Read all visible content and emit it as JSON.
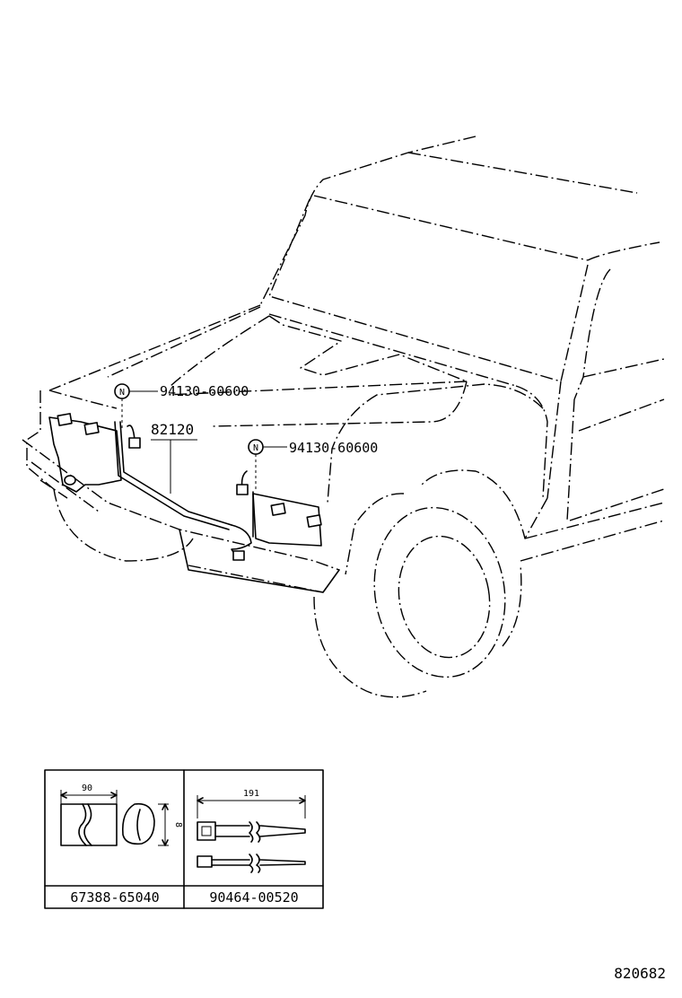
{
  "callouts": {
    "left_mount_part": "94130-60600",
    "right_mount_part": "94130-60600",
    "harness_part": "82120",
    "nut_symbol": "N"
  },
  "detail_box": {
    "left_dimension": "90",
    "left_height_dimension": "8",
    "right_dimension": "191",
    "left_part_number": "67388-65040",
    "right_part_number": "90464-00520"
  },
  "diagram_id": "820682"
}
